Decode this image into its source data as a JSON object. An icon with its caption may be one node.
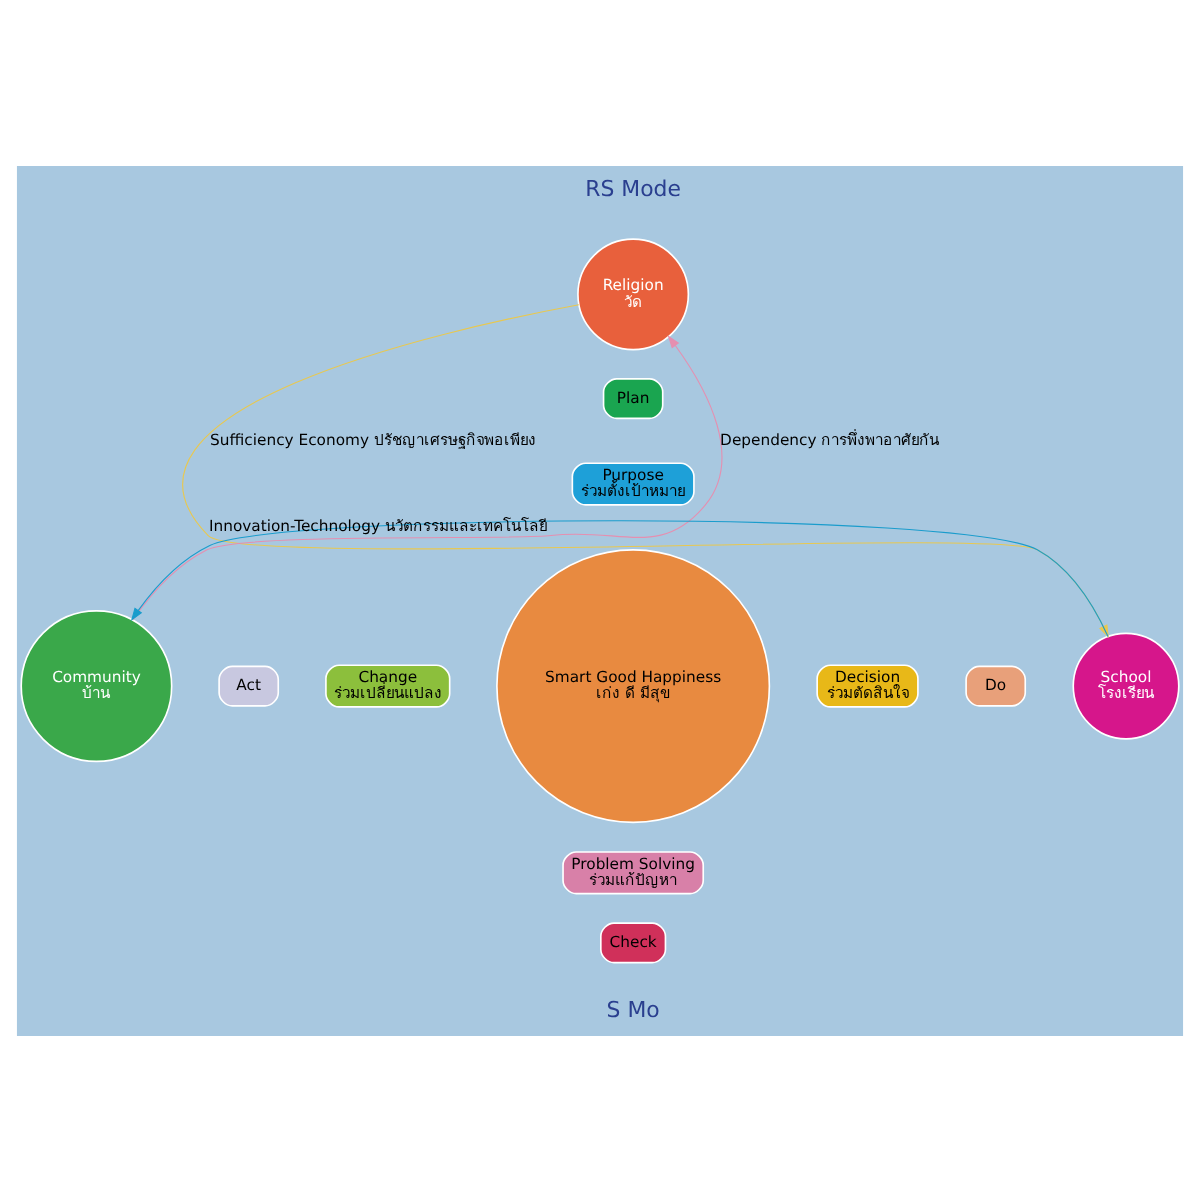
{
  "diagram": {
    "nodes": [
      {
        "text": [
          "Religion",
          "วัด"
        ]
      },
      {
        "text": [
          "Community",
          "บ้าน"
        ]
      },
      {
        "text": [
          "School",
          "โรงเรียน"
        ]
      },
      {
        "text": [
          "Plan"
        ]
      },
      {
        "text": [
          "Act"
        ]
      },
      {
        "text": [
          "Do"
        ]
      },
      {
        "text": [
          "Check"
        ]
      },
      {
        "text": [
          "Purpose",
          "ร่วมตั้งเป้าหมาย"
        ]
      },
      {
        "text": [
          "Change",
          "ร่วมเปลี่ยนแปลง"
        ]
      },
      {
        "text": [
          "Decision",
          "ร่วมตัดสินใจ"
        ]
      },
      {
        "text": [
          "Problem Solving",
          "ร่วมแก้ปัญหา"
        ]
      },
      {
        "text": [
          "Smart Good Happiness",
          "เก่ง ดี มีสุข"
        ]
      }
    ],
    "edges": [
      {
        "from": 1,
        "to": 0,
        "arrow": "to",
        "label": "Dependency การพึ่งพาอาศัยกัน",
        "color": "#e58fb0"
      },
      {
        "from": 0,
        "to": 2,
        "arrow": "to",
        "label": "Sufficiency Economy ปรัชญาเศรษฐกิจพอเพียง",
        "color": "#e8c850"
      },
      {
        "from": 2,
        "to": 1,
        "arrow": "to",
        "label": "Innovation-Technology นวัตกรรมและเทคโนโลยี",
        "color": "#1a9ccc"
      }
    ],
    "labels": [
      "RS Mode",
      "S Mo"
    ]
  }
}
